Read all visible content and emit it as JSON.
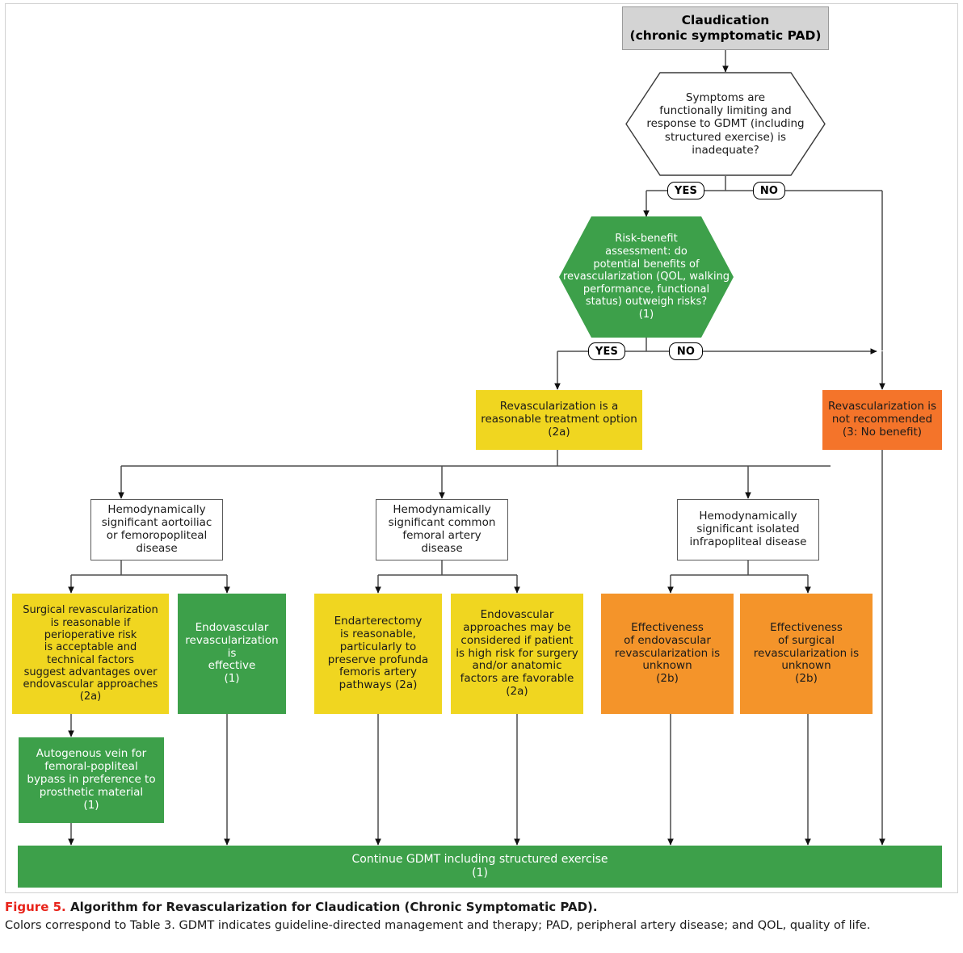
{
  "figure": {
    "number_label": "Figure 5.",
    "title": "Algorithm for Revascularization for Claudication (Chronic Symptomatic PAD).",
    "note": "Colors correspond to Table 3. GDMT indicates guideline-directed management and therapy; PAD, peripheral artery disease; and QOL, quality of life.",
    "number_color": "#e8231a"
  },
  "palette": {
    "header_gray": "#d4d4d4",
    "yellow": "#f0d620",
    "green": "#3da04a",
    "orange": "#f4942a",
    "orange_dark": "#f4742a",
    "white": "#ffffff",
    "line": "#4d4d4d"
  },
  "nodes": {
    "title_box": "Claudication\n(chronic symptomatic PAD)",
    "decision_1": "Symptoms are\nfunctionally limiting and\nresponse to GDMT (including\nstructured exercise) is\ninadequate?",
    "decision_2": "Risk-benefit\nassessment: do\npotential benefits of\nrevascularization (QOL, walking\nperformance, functional\nstatus) outweigh risks?\n(1)",
    "revasc_reasonable": "Revascularization is a\nreasonable treatment option\n(2a)",
    "revasc_not_recommended": "Revascularization is\nnot recommended\n(3: No benefit)",
    "disease_aortoiliac": "Hemodynamically\nsignificant aortoiliac\nor femoropopliteal\ndisease",
    "disease_common_femoral": "Hemodynamically\nsignificant common\nfemoral artery disease",
    "disease_infrapopliteal": "Hemodynamically\nsignificant isolated\ninfrapopliteal disease",
    "surgical_revasc": "Surgical revascularization\nis reasonable if\nperioperative risk\nis acceptable and\ntechnical factors\nsuggest advantages over\nendovascular approaches\n(2a)",
    "endovascular_effective": "Endovascular\nrevascularization is\neffective\n(1)",
    "autogenous_vein": "Autogenous vein for\nfemoral-popliteal\nbypass in preference to\nprosthetic material\n(1)",
    "endarterectomy": "Endarterectomy\nis reasonable,\nparticularly to\npreserve profunda\nfemoris artery\npathways  (2a)",
    "endovascular_considered": "Endovascular\napproaches may be\nconsidered if patient\nis high risk for surgery\nand/or anatomic\nfactors are favorable\n(2a)",
    "endovascular_unknown": "Effectiveness\nof endovascular\nrevascularization is\nunknown\n(2b)",
    "surgical_unknown": "Effectiveness\nof surgical\nrevascularization is\nunknown\n(2b)",
    "continue_gdmt": "Continue GDMT including structured exercise\n(1)"
  },
  "branch_labels": {
    "d1_yes": "YES",
    "d1_no": "NO",
    "d2_yes": "YES",
    "d2_no": "NO"
  }
}
